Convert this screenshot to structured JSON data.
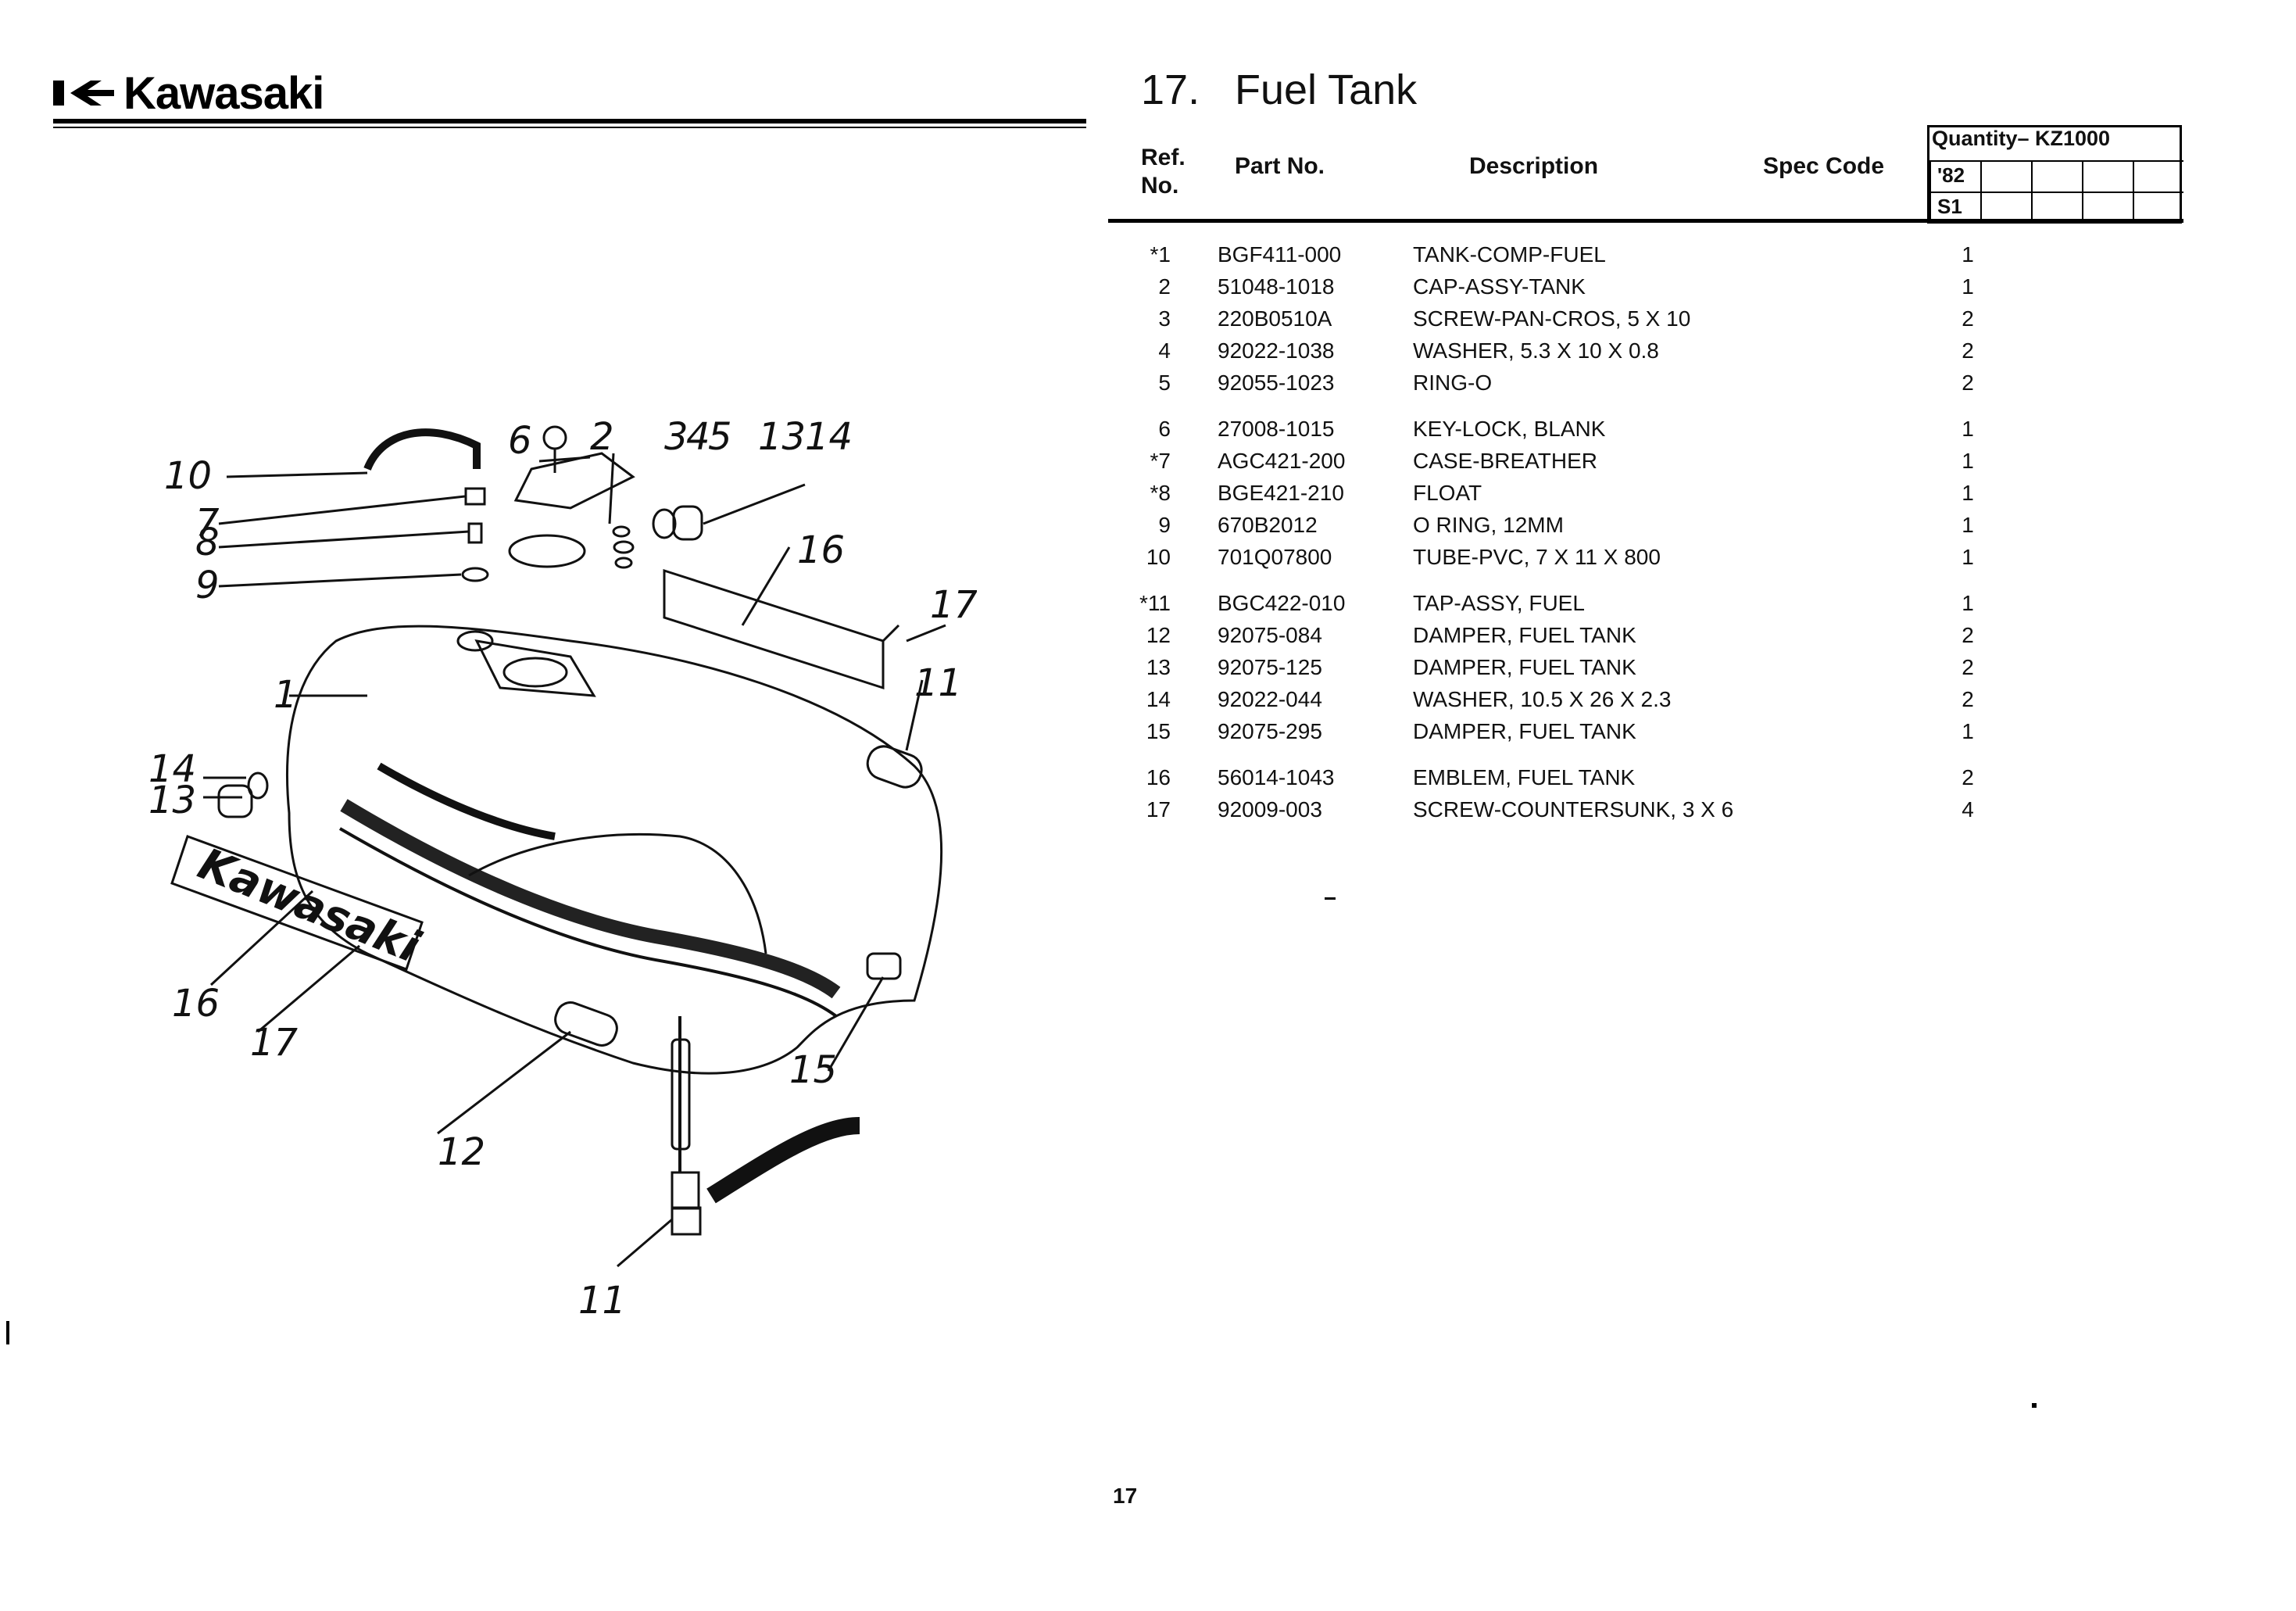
{
  "header": {
    "brand": "Kawasaki",
    "section_number": "17.",
    "section_title": "Fuel Tank"
  },
  "table": {
    "col_ref": "Ref. No.",
    "col_part": "Part No.",
    "col_desc": "Description",
    "col_spec": "Spec Code",
    "quantity_label": "Quantity– KZ1000",
    "year": "'82",
    "model_code": "S1",
    "rows": [
      {
        "ref": "*1",
        "part": "BGF411-000",
        "desc": "TANK-COMP-FUEL",
        "qty": "1"
      },
      {
        "ref": "2",
        "part": "51048-1018",
        "desc": "CAP-ASSY-TANK",
        "qty": "1"
      },
      {
        "ref": "3",
        "part": "220B0510A",
        "desc": "SCREW-PAN-CROS, 5 X 10",
        "qty": "2"
      },
      {
        "ref": "4",
        "part": "92022-1038",
        "desc": "WASHER, 5.3 X 10 X 0.8",
        "qty": "2"
      },
      {
        "ref": "5",
        "part": "92055-1023",
        "desc": "RING-O",
        "qty": "2"
      },
      {
        "ref": "6",
        "part": "27008-1015",
        "desc": "KEY-LOCK, BLANK",
        "qty": "1"
      },
      {
        "ref": "*7",
        "part": "AGC421-200",
        "desc": "CASE-BREATHER",
        "qty": "1"
      },
      {
        "ref": "*8",
        "part": "BGE421-210",
        "desc": "FLOAT",
        "qty": "1"
      },
      {
        "ref": "9",
        "part": "670B2012",
        "desc": "O RING, 12MM",
        "qty": "1"
      },
      {
        "ref": "10",
        "part": "701Q07800",
        "desc": "TUBE-PVC, 7 X 11 X 800",
        "qty": "1"
      },
      {
        "ref": "*11",
        "part": "BGC422-010",
        "desc": "TAP-ASSY, FUEL",
        "qty": "1"
      },
      {
        "ref": "12",
        "part": "92075-084",
        "desc": "DAMPER, FUEL TANK",
        "qty": "2"
      },
      {
        "ref": "13",
        "part": "92075-125",
        "desc": "DAMPER, FUEL TANK",
        "qty": "2"
      },
      {
        "ref": "14",
        "part": "92022-044",
        "desc": "WASHER, 10.5 X 26 X 2.3",
        "qty": "2"
      },
      {
        "ref": "15",
        "part": "92075-295",
        "desc": "DAMPER, FUEL TANK",
        "qty": "1"
      },
      {
        "ref": "16",
        "part": "56014-1043",
        "desc": "EMBLEM, FUEL TANK",
        "qty": "2"
      },
      {
        "ref": "17",
        "part": "92009-003",
        "desc": "SCREW-COUNTERSUNK, 3 X 6",
        "qty": "4"
      }
    ]
  },
  "diagram": {
    "callouts": [
      "1",
      "2",
      "3",
      "4",
      "5",
      "6",
      "7",
      "8",
      "9",
      "10",
      "11",
      "11",
      "12",
      "13",
      "13",
      "14",
      "14",
      "15",
      "16",
      "16",
      "17",
      "17"
    ],
    "emblem_text": "Kawasaki"
  },
  "footer": {
    "page_number": "17"
  }
}
